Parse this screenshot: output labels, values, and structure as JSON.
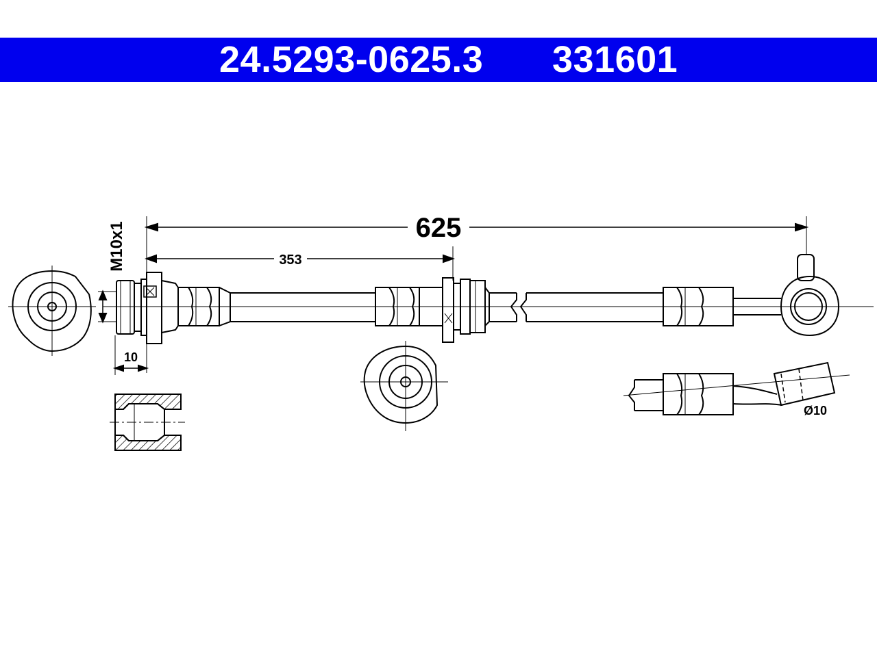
{
  "header": {
    "part_number": "24.5293-0625.3",
    "ref_number": "331601",
    "background_color": "#0000ee",
    "text_color": "#ffffff"
  },
  "drawing": {
    "line_color": "#000000",
    "dimensions": {
      "overall_length": "625",
      "partial_length": "353",
      "thread": "M10x1",
      "thread_length": "10",
      "diameter": "Ø10"
    }
  }
}
